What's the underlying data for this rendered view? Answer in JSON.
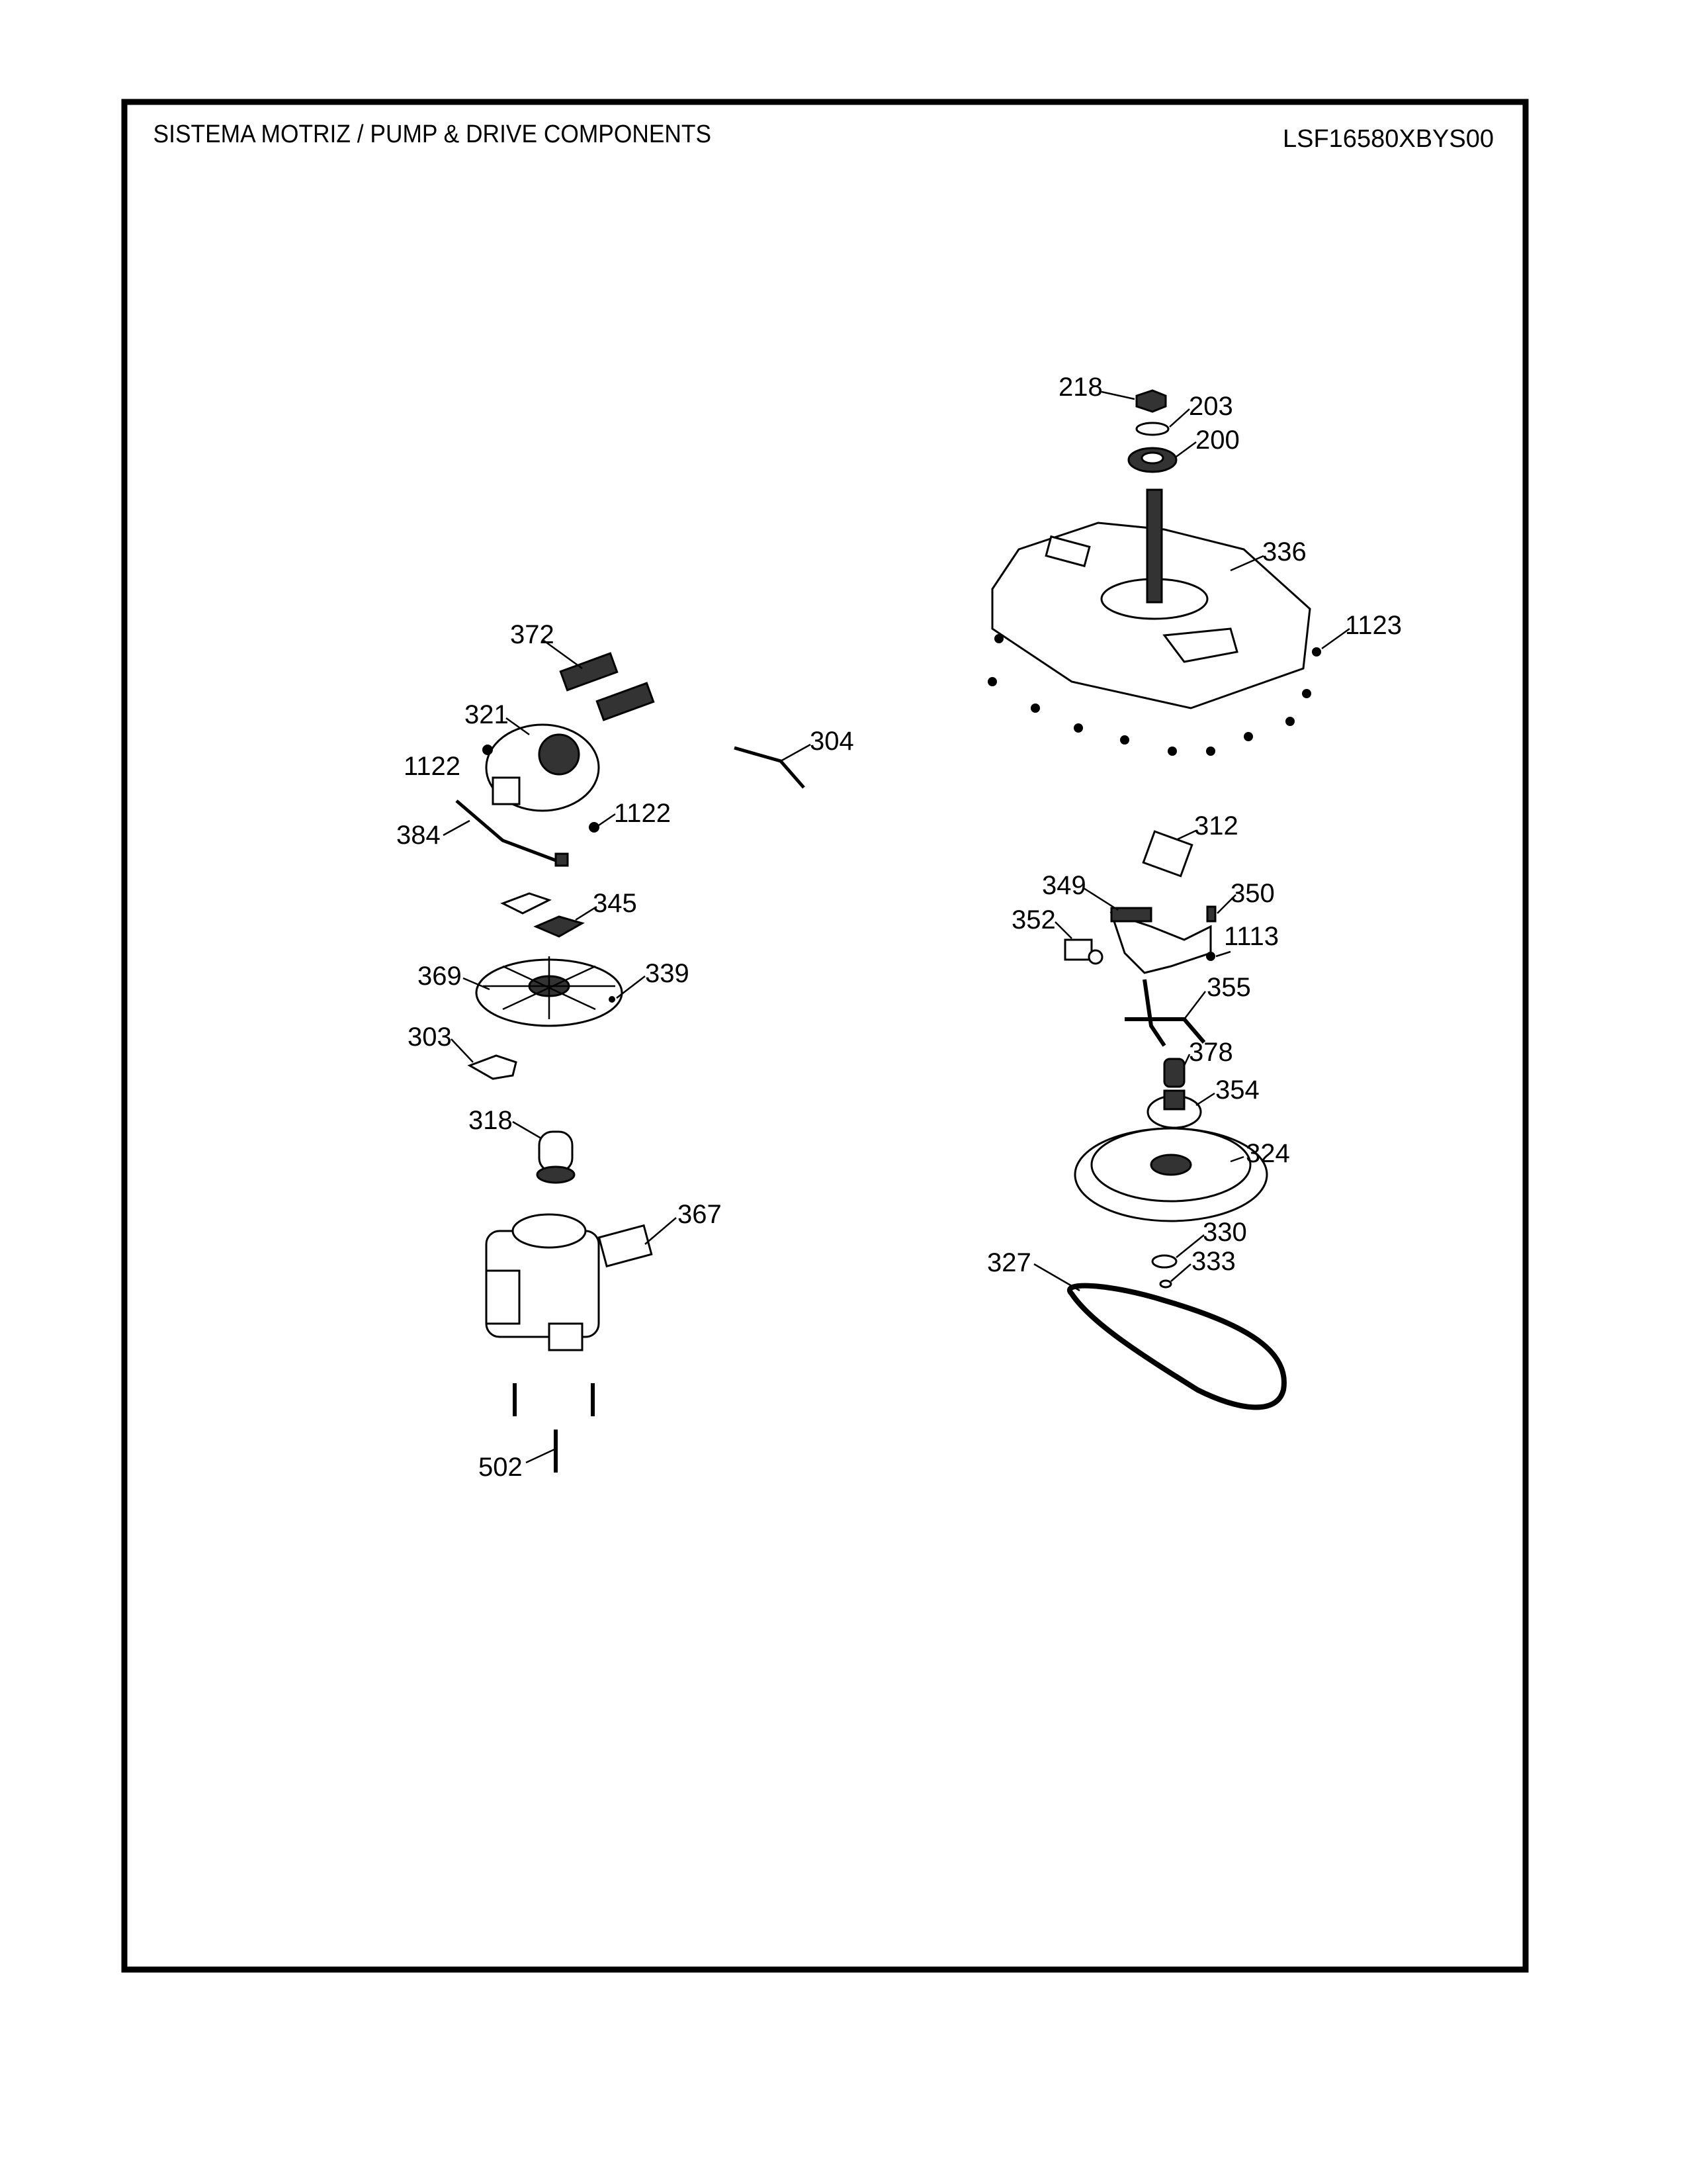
{
  "header": {
    "title": "SISTEMA MOTRIZ / PUMP  &  DRIVE COMPONENTS",
    "model": "LSF16580XBYS00"
  },
  "callouts": {
    "c218": "218",
    "c203": "203",
    "c200": "200",
    "c336": "336",
    "c1123": "1123",
    "c372": "372",
    "c321": "321",
    "c304": "304",
    "c1122a": "1122",
    "c1122b": "1122",
    "c384": "384",
    "c312": "312",
    "c349": "349",
    "c350": "350",
    "c352": "352",
    "c1113": "1113",
    "c345": "345",
    "c369": "369",
    "c339": "339",
    "c355": "355",
    "c303": "303",
    "c378": "378",
    "c354": "354",
    "c318": "318",
    "c324": "324",
    "c367": "367",
    "c330": "330",
    "c327": "327",
    "c333": "333",
    "c502": "502"
  }
}
